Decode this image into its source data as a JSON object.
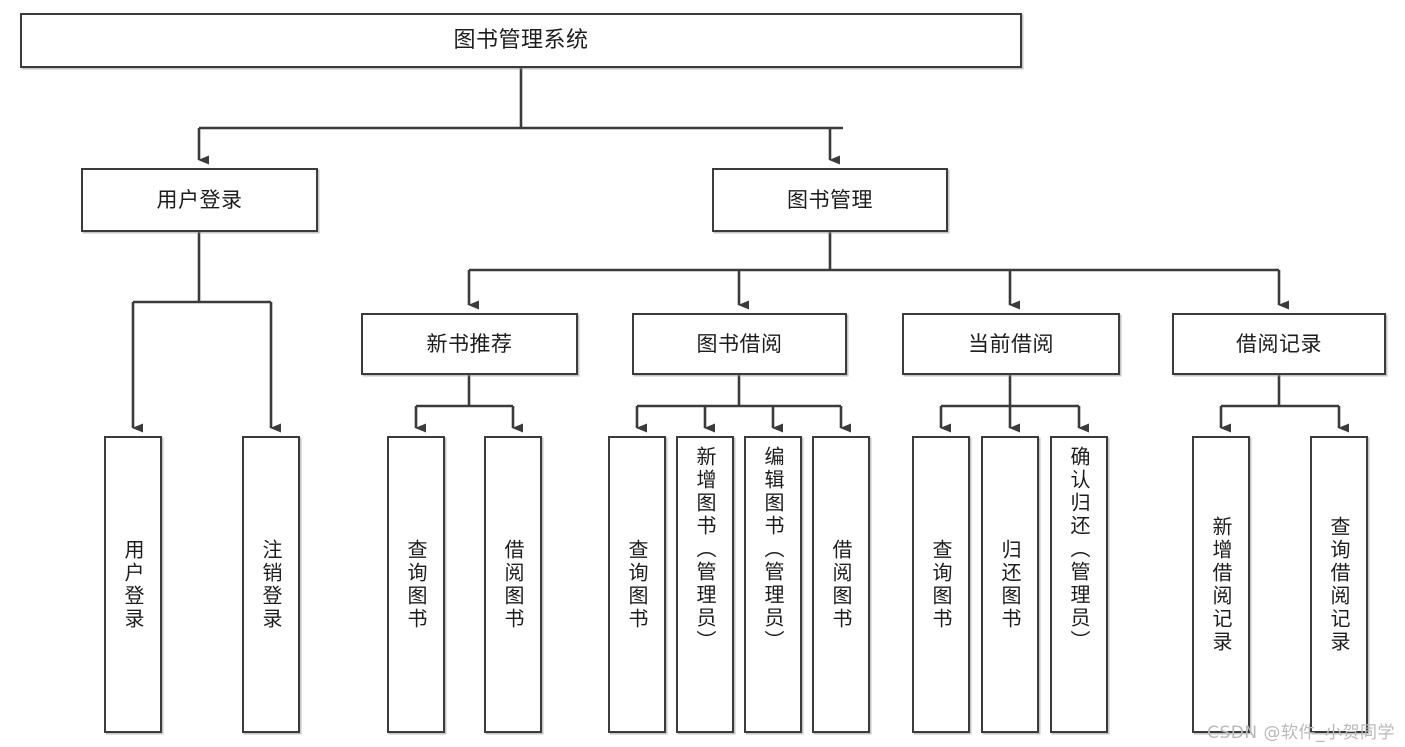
{
  "diagram": {
    "title": "图书管理系统",
    "watermark": "CSDN @软件_小贺同学",
    "type": "tree-hierarchy",
    "line_color": "#3b3b3b",
    "background_color": "#ffffff",
    "text_color": "#1d1d1d",
    "nodes": {
      "root": {
        "label": "图书管理系统",
        "level": 1,
        "orientation": "horizontal"
      },
      "l2": [
        {
          "id": "user-login",
          "label": "用户登录",
          "level": 2,
          "orientation": "horizontal"
        },
        {
          "id": "book-manage",
          "label": "图书管理",
          "level": 2,
          "orientation": "horizontal"
        }
      ],
      "l3": [
        {
          "id": "new-book-recommend",
          "label": "新书推荐",
          "level": 3,
          "orientation": "horizontal",
          "parent": "book-manage"
        },
        {
          "id": "book-borrow",
          "label": "图书借阅",
          "level": 3,
          "orientation": "horizontal",
          "parent": "book-manage"
        },
        {
          "id": "current-borrow",
          "label": "当前借阅",
          "level": 3,
          "orientation": "horizontal",
          "parent": "book-manage"
        },
        {
          "id": "borrow-record",
          "label": "借阅记录",
          "level": 3,
          "orientation": "horizontal",
          "parent": "book-manage"
        }
      ],
      "leaves": [
        {
          "id": "leaf-user-login",
          "label": "用户登录",
          "parent": "user-login",
          "orientation": "vertical"
        },
        {
          "id": "leaf-user-logout",
          "label": "注销登录",
          "parent": "user-login",
          "orientation": "vertical"
        },
        {
          "id": "leaf-query-book-1",
          "label": "查询图书",
          "parent": "new-book-recommend",
          "orientation": "vertical"
        },
        {
          "id": "leaf-borrow-book-1",
          "label": "借阅图书",
          "parent": "new-book-recommend",
          "orientation": "vertical"
        },
        {
          "id": "leaf-query-book-2",
          "label": "查询图书",
          "parent": "book-borrow",
          "orientation": "vertical"
        },
        {
          "id": "leaf-add-book",
          "label": "新增图书（管理员）",
          "parent": "book-borrow",
          "orientation": "vertical"
        },
        {
          "id": "leaf-edit-book",
          "label": "编辑图书（管理员）",
          "parent": "book-borrow",
          "orientation": "vertical"
        },
        {
          "id": "leaf-borrow-book-2",
          "label": "借阅图书",
          "parent": "book-borrow",
          "orientation": "vertical"
        },
        {
          "id": "leaf-query-book-3",
          "label": "查询图书",
          "parent": "current-borrow",
          "orientation": "vertical"
        },
        {
          "id": "leaf-return-book",
          "label": "归还图书",
          "parent": "current-borrow",
          "orientation": "vertical"
        },
        {
          "id": "leaf-confirm-return",
          "label": "确认归还（管理员）",
          "parent": "current-borrow",
          "orientation": "vertical"
        },
        {
          "id": "leaf-add-record",
          "label": "新增借阅记录",
          "parent": "borrow-record",
          "orientation": "vertical"
        },
        {
          "id": "leaf-query-record",
          "label": "查询借阅记录",
          "parent": "borrow-record",
          "orientation": "vertical"
        }
      ]
    }
  }
}
